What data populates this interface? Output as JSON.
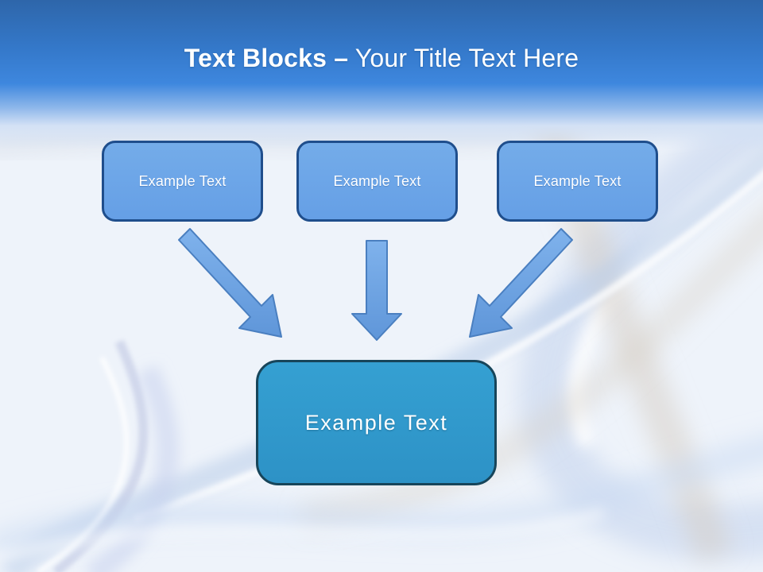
{
  "slide_title": {
    "bold": "Text Blocks –",
    "regular": "Your Title Text Here"
  },
  "diagram": {
    "source_blocks": [
      {
        "label": "Example Text"
      },
      {
        "label": "Example Text"
      },
      {
        "label": "Example Text"
      }
    ],
    "arrows": [
      {
        "name": "arrow-down-right",
        "direction": "diagonal down-right"
      },
      {
        "name": "arrow-down",
        "direction": "straight down"
      },
      {
        "name": "arrow-down-left",
        "direction": "diagonal down-left"
      }
    ],
    "target_block": {
      "label": "Example Text"
    }
  },
  "colors": {
    "header_top": "#2E66AA",
    "header_mid": "#3E87DE",
    "title_text": "#FFFFFF",
    "block_fill": "#6BA5E9",
    "block_border": "#1F4E8C",
    "block_text": "#FFFFFF",
    "target_fill": "#2F96CB",
    "target_border": "#17455A",
    "target_text": "#FFFFFF",
    "arrow_fill": "#6FA6E6",
    "arrow_outline": "#4A7FC0",
    "background": "#EEF3FA"
  }
}
